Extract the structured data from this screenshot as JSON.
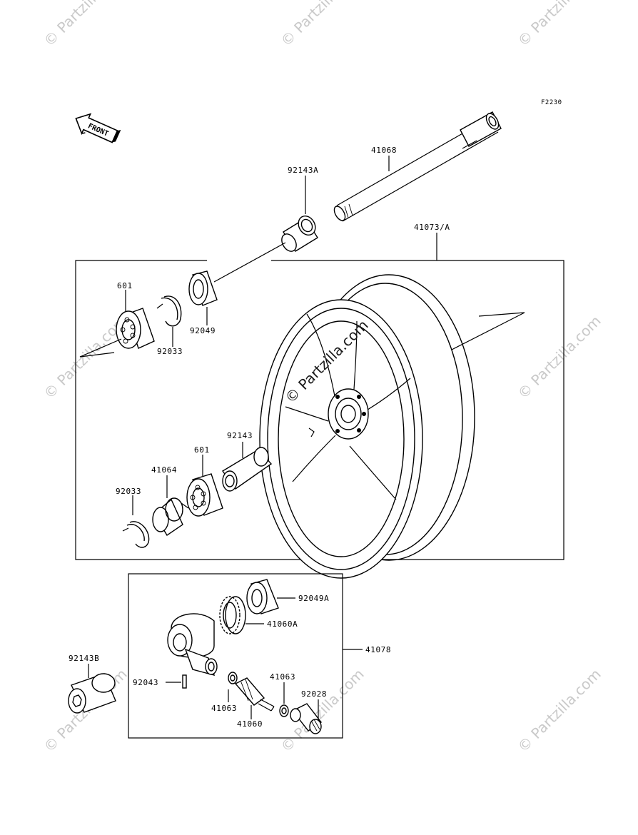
{
  "diagram_code": "F2230",
  "front_marker": "FRONT",
  "watermark": "© Partzilla.com",
  "parts": {
    "axle": "41068",
    "collar_a": "92143A",
    "wheel": "41073/A",
    "bearing_top": "601",
    "circlip_top": "92033",
    "seal_top": "92049",
    "collar_mid": "92143",
    "bearing_bottom": "601",
    "ring_41064": "41064",
    "circlip_bottom": "92033",
    "seal_a": "92049A",
    "gear_a": "41060A",
    "gearbox": "41078",
    "collar_b": "92143B",
    "pin": "92043",
    "washer_41063_right": "41063",
    "washer_41063_left": "41063",
    "pinion": "41060",
    "bushing": "92028"
  }
}
